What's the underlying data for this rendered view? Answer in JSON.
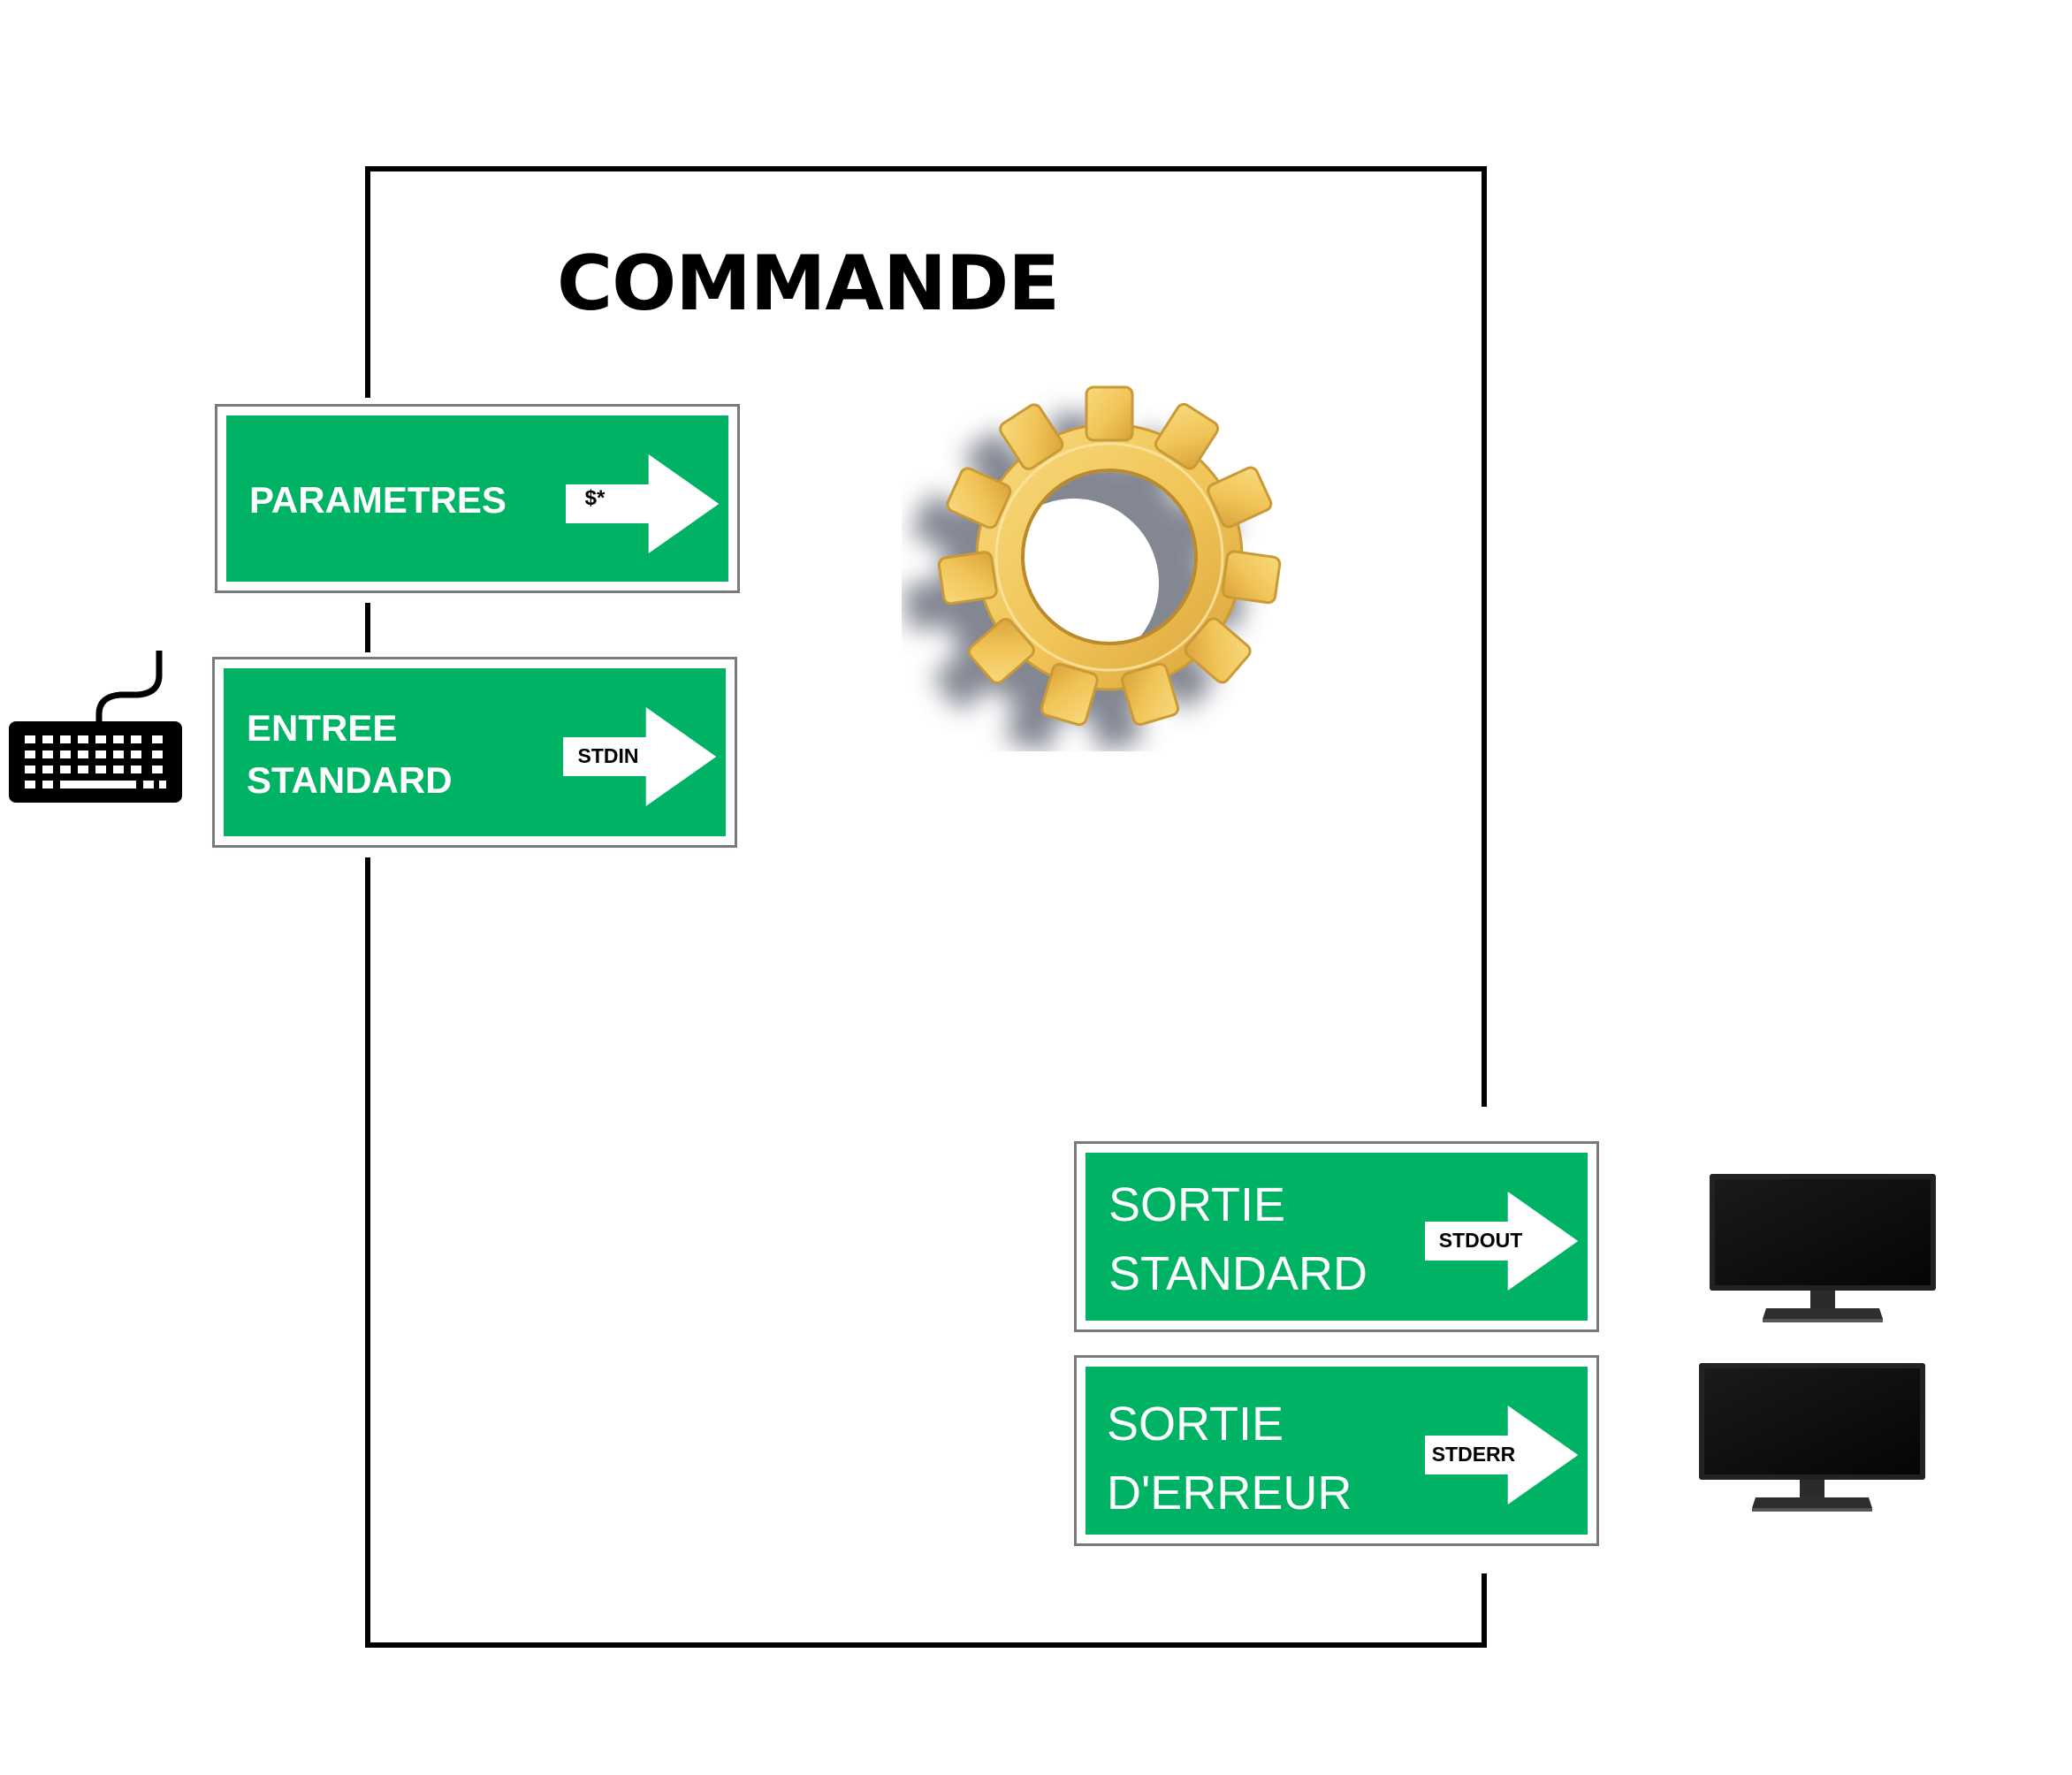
{
  "diagram": {
    "title": "COMMANDE",
    "signs": {
      "parametres": {
        "lines": [
          "PARAMETRES"
        ],
        "arrow_label": "$*"
      },
      "entree": {
        "lines": [
          "ENTREE",
          "STANDARD"
        ],
        "arrow_label": "STDIN"
      },
      "sortie": {
        "lines": [
          "SORTIE",
          "STANDARD"
        ],
        "arrow_label": "STDOUT"
      },
      "erreur": {
        "lines": [
          "SORTIE",
          "D'ERREUR"
        ],
        "arrow_label": "STDERR"
      }
    },
    "icons": {
      "gear": "gear-icon",
      "keyboard": "keyboard-icon",
      "monitor_stdout": "monitor-icon",
      "monitor_stderr": "monitor-icon"
    },
    "colors": {
      "sign_green": "#00b264",
      "gear_gold": "#f2c75c",
      "border": "#000000"
    }
  }
}
